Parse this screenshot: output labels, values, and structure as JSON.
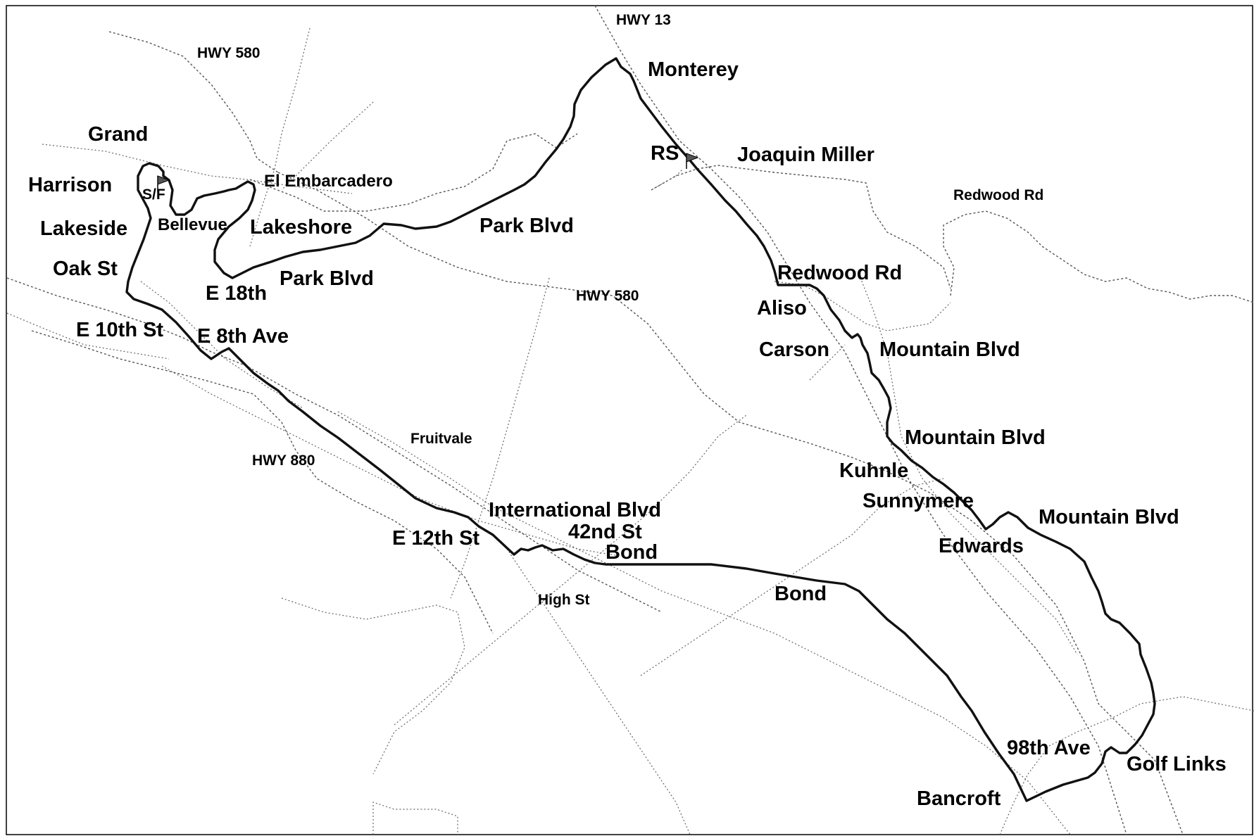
{
  "map": {
    "highways": {
      "hwy13": "HWY 13",
      "hwy580_north": "HWY 580",
      "hwy580_central": "HWY 580",
      "hwy880": "HWY 880"
    },
    "streets": {
      "monterey": "Monterey",
      "grand": "Grand",
      "harrison": "Harrison",
      "lakeside": "Lakeside",
      "bellevue": "Bellevue",
      "el_embarcadero": "El Embarcadero",
      "lakeshore": "Lakeshore",
      "oak_st": "Oak St",
      "e_18th": "E 18th",
      "park_blvd_lower": "Park Blvd",
      "park_blvd_upper": "Park Blvd",
      "e_10th_st": "E 10th St",
      "e_8th_ave": "E 8th Ave",
      "joaquin_miller": "Joaquin Miller",
      "redwood_rd_top": "Redwood Rd",
      "redwood_rd": "Redwood Rd",
      "aliso": "Aliso",
      "carson": "Carson",
      "mountain_blvd_1": "Mountain Blvd",
      "mountain_blvd_2": "Mountain Blvd",
      "mountain_blvd_3": "Mountain Blvd",
      "fruitvale": "Fruitvale",
      "kuhnle": "Kuhnle",
      "sunnymere": "Sunnymere",
      "edwards": "Edwards",
      "international_blvd": "International Blvd",
      "e_12th_st": "E 12th St",
      "st_42nd": "42nd St",
      "bond_1": "Bond",
      "bond_2": "Bond",
      "high_st": "High St",
      "ave_98th": "98th Ave",
      "golf_links": "Golf Links",
      "bancroft": "Bancroft"
    },
    "markers": {
      "start_finish": "S/F",
      "rest_stop": "RS"
    }
  }
}
